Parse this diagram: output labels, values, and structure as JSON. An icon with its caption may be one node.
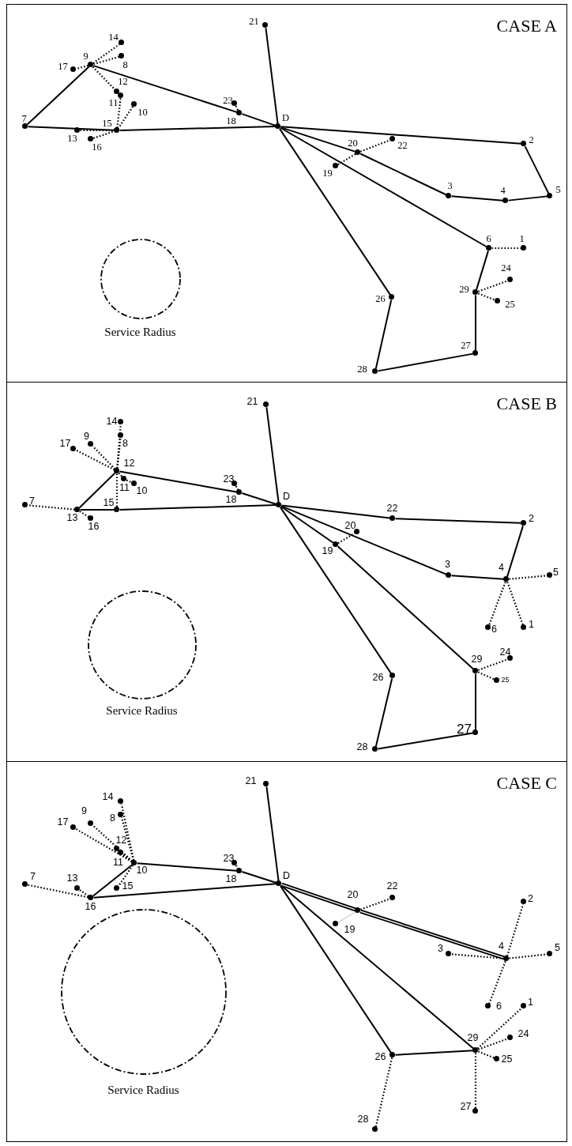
{
  "diagram": {
    "nodes": [
      {
        "text": [
          "CASE A"
        ]
      },
      {
        "text": [
          "Service Radius"
        ],
        "in": 0
      },
      {
        "text": [
          "D"
        ],
        "in": 0
      },
      {
        "text": [
          "1"
        ],
        "in": 0
      },
      {
        "text": [
          "2"
        ],
        "in": 0
      },
      {
        "text": [
          "3"
        ],
        "in": 0
      },
      {
        "text": [
          "4"
        ],
        "in": 0
      },
      {
        "text": [
          "5"
        ],
        "in": 0
      },
      {
        "text": [
          "6"
        ],
        "in": 0
      },
      {
        "text": [
          "7"
        ],
        "in": 0
      },
      {
        "text": [
          "8"
        ],
        "in": 0
      },
      {
        "text": [
          "9"
        ],
        "in": 0
      },
      {
        "text": [
          "10"
        ],
        "in": 0
      },
      {
        "text": [
          "11"
        ],
        "in": 0
      },
      {
        "text": [
          "12"
        ],
        "in": 0
      },
      {
        "text": [
          "13"
        ],
        "in": 0
      },
      {
        "text": [
          "14"
        ],
        "in": 0
      },
      {
        "text": [
          "15"
        ],
        "in": 0
      },
      {
        "text": [
          "16"
        ],
        "in": 0
      },
      {
        "text": [
          "17"
        ],
        "in": 0
      },
      {
        "text": [
          "18"
        ],
        "in": 0
      },
      {
        "text": [
          "19"
        ],
        "in": 0
      },
      {
        "text": [
          "20"
        ],
        "in": 0
      },
      {
        "text": [
          "21"
        ],
        "in": 0
      },
      {
        "text": [
          "22"
        ],
        "in": 0
      },
      {
        "text": [
          "23"
        ],
        "in": 0
      },
      {
        "text": [
          "24"
        ],
        "in": 0
      },
      {
        "text": [
          "25"
        ],
        "in": 0
      },
      {
        "text": [
          "26"
        ],
        "in": 0
      },
      {
        "text": [
          "27"
        ],
        "in": 0
      },
      {
        "text": [
          "28"
        ],
        "in": 0
      },
      {
        "text": [
          "29"
        ],
        "in": 0
      },
      {
        "text": [
          "CASE B"
        ]
      },
      {
        "text": [
          "Service Radius"
        ],
        "in": 32
      },
      {
        "text": [
          "D"
        ],
        "in": 32
      },
      {
        "text": [
          "1"
        ],
        "in": 32
      },
      {
        "text": [
          "2"
        ],
        "in": 32
      },
      {
        "text": [
          "3"
        ],
        "in": 32
      },
      {
        "text": [
          "4"
        ],
        "in": 32
      },
      {
        "text": [
          "5"
        ],
        "in": 32
      },
      {
        "text": [
          "6"
        ],
        "in": 32
      },
      {
        "text": [
          "7"
        ],
        "in": 32
      },
      {
        "text": [
          "8"
        ],
        "in": 32
      },
      {
        "text": [
          "9"
        ],
        "in": 32
      },
      {
        "text": [
          "10"
        ],
        "in": 32
      },
      {
        "text": [
          "11"
        ],
        "in": 32
      },
      {
        "text": [
          "12"
        ],
        "in": 32
      },
      {
        "text": [
          "13"
        ],
        "in": 32
      },
      {
        "text": [
          "14"
        ],
        "in": 32
      },
      {
        "text": [
          "15"
        ],
        "in": 32
      },
      {
        "text": [
          "16"
        ],
        "in": 32
      },
      {
        "text": [
          "17"
        ],
        "in": 32
      },
      {
        "text": [
          "18"
        ],
        "in": 32
      },
      {
        "text": [
          "19"
        ],
        "in": 32
      },
      {
        "text": [
          "20"
        ],
        "in": 32
      },
      {
        "text": [
          "21"
        ],
        "in": 32
      },
      {
        "text": [
          "22"
        ],
        "in": 32
      },
      {
        "text": [
          "23"
        ],
        "in": 32
      },
      {
        "text": [
          "24"
        ],
        "in": 32
      },
      {
        "text": [
          "25"
        ],
        "in": 32
      },
      {
        "text": [
          "26"
        ],
        "in": 32
      },
      {
        "text": [
          "27"
        ],
        "in": 32
      },
      {
        "text": [
          "28"
        ],
        "in": 32
      },
      {
        "text": [
          "29"
        ],
        "in": 32
      },
      {
        "text": [
          "CASE C"
        ]
      },
      {
        "text": [
          "Service Radius"
        ],
        "in": 64
      },
      {
        "text": [
          "D"
        ],
        "in": 64
      },
      {
        "text": [
          "1"
        ],
        "in": 64
      },
      {
        "text": [
          "2"
        ],
        "in": 64
      },
      {
        "text": [
          "3"
        ],
        "in": 64
      },
      {
        "text": [
          "4"
        ],
        "in": 64
      },
      {
        "text": [
          "5"
        ],
        "in": 64
      },
      {
        "text": [
          "6"
        ],
        "in": 64
      },
      {
        "text": [
          "7"
        ],
        "in": 64
      },
      {
        "text": [
          "8"
        ],
        "in": 64
      },
      {
        "text": [
          "9"
        ],
        "in": 64
      },
      {
        "text": [
          "10"
        ],
        "in": 64
      },
      {
        "text": [
          "11"
        ],
        "in": 64
      },
      {
        "text": [
          "12"
        ],
        "in": 64
      },
      {
        "text": [
          "13"
        ],
        "in": 64
      },
      {
        "text": [
          "14"
        ],
        "in": 64
      },
      {
        "text": [
          "15"
        ],
        "in": 64
      },
      {
        "text": [
          "16"
        ],
        "in": 64
      },
      {
        "text": [
          "17"
        ],
        "in": 64
      },
      {
        "text": [
          "18"
        ],
        "in": 64
      },
      {
        "text": [
          "19"
        ],
        "in": 64
      },
      {
        "text": [
          "20"
        ],
        "in": 64
      },
      {
        "text": [
          "21"
        ],
        "in": 64
      },
      {
        "text": [
          "22"
        ],
        "in": 64
      },
      {
        "text": [
          "23"
        ],
        "in": 64
      },
      {
        "text": [
          "24"
        ],
        "in": 64
      },
      {
        "text": [
          "25"
        ],
        "in": 64
      },
      {
        "text": [
          "26"
        ],
        "in": 64
      },
      {
        "text": [
          "27"
        ],
        "in": 64
      },
      {
        "text": [
          "28"
        ],
        "in": 64
      },
      {
        "text": [
          "29"
        ],
        "in": 64
      }
    ],
    "edges": [
      {
        "from": 2,
        "to": 23,
        "arrow": "none"
      },
      {
        "from": 2,
        "to": 20,
        "arrow": "none"
      },
      {
        "from": 20,
        "to": 11,
        "arrow": "none"
      },
      {
        "from": 11,
        "to": 9,
        "arrow": "none"
      },
      {
        "from": 9,
        "to": 17,
        "arrow": "none"
      },
      {
        "from": 17,
        "to": 2,
        "arrow": "none"
      },
      {
        "from": 2,
        "to": 4,
        "arrow": "none"
      },
      {
        "from": 4,
        "to": 7,
        "arrow": "none"
      },
      {
        "from": 7,
        "to": 6,
        "arrow": "none"
      },
      {
        "from": 6,
        "to": 5,
        "arrow": "none"
      },
      {
        "from": 5,
        "to": 22,
        "arrow": "none"
      },
      {
        "from": 22,
        "to": 2,
        "arrow": "none"
      },
      {
        "from": 2,
        "to": 8,
        "arrow": "none"
      },
      {
        "from": 8,
        "to": 31,
        "arrow": "none"
      },
      {
        "from": 31,
        "to": 29,
        "arrow": "none"
      },
      {
        "from": 29,
        "to": 30,
        "arrow": "none"
      },
      {
        "from": 30,
        "to": 28,
        "arrow": "none"
      },
      {
        "from": 28,
        "to": 2,
        "arrow": "none"
      },
      {
        "from": 11,
        "to": 16,
        "arrow": "none",
        "style": "dashed"
      },
      {
        "from": 11,
        "to": 10,
        "arrow": "none",
        "style": "dashed"
      },
      {
        "from": 11,
        "to": 19,
        "arrow": "none",
        "style": "dashed"
      },
      {
        "from": 11,
        "to": 14,
        "arrow": "none",
        "style": "dashed"
      },
      {
        "from": 25,
        "to": 20,
        "arrow": "none",
        "style": "dashed"
      },
      {
        "from": 13,
        "to": 17,
        "arrow": "none",
        "style": "dashed"
      },
      {
        "from": 12,
        "to": 17,
        "arrow": "none",
        "style": "dashed"
      },
      {
        "from": 15,
        "to": 17,
        "arrow": "none",
        "style": "dashed"
      },
      {
        "from": 18,
        "to": 17,
        "arrow": "none",
        "style": "dashed"
      },
      {
        "from": 21,
        "to": 22,
        "arrow": "none",
        "style": "dashed"
      },
      {
        "from": 22,
        "to": 24,
        "arrow": "none",
        "style": "dashed"
      },
      {
        "from": 8,
        "to": 3,
        "arrow": "none",
        "style": "dashed"
      },
      {
        "from": 31,
        "to": 26,
        "arrow": "none",
        "style": "dashed"
      },
      {
        "from": 31,
        "to": 27,
        "arrow": "none",
        "style": "dashed"
      },
      {
        "from": 34,
        "to": 55,
        "arrow": "none"
      },
      {
        "from": 34,
        "to": 52,
        "arrow": "none"
      },
      {
        "from": 52,
        "to": 46,
        "arrow": "none"
      },
      {
        "from": 46,
        "to": 47,
        "arrow": "none"
      },
      {
        "from": 47,
        "to": 49,
        "arrow": "none"
      },
      {
        "from": 49,
        "to": 34,
        "arrow": "none"
      },
      {
        "from": 34,
        "to": 56,
        "arrow": "none"
      },
      {
        "from": 56,
        "to": 36,
        "arrow": "none"
      },
      {
        "from": 36,
        "to": 38,
        "arrow": "none"
      },
      {
        "from": 38,
        "to": 37,
        "arrow": "none"
      },
      {
        "from": 37,
        "to": 34,
        "arrow": "none"
      },
      {
        "from": 34,
        "to": 53,
        "arrow": "none"
      },
      {
        "from": 53,
        "to": 63,
        "arrow": "none"
      },
      {
        "from": 63,
        "to": 61,
        "arrow": "none"
      },
      {
        "from": 61,
        "to": 62,
        "arrow": "none"
      },
      {
        "from": 62,
        "to": 60,
        "arrow": "none"
      },
      {
        "from": 60,
        "to": 34,
        "arrow": "none"
      },
      {
        "from": 46,
        "to": 48,
        "arrow": "none",
        "style": "dashed"
      },
      {
        "from": 46,
        "to": 42,
        "arrow": "none",
        "style": "dashed"
      },
      {
        "from": 46,
        "to": 43,
        "arrow": "none",
        "style": "dashed"
      },
      {
        "from": 46,
        "to": 51,
        "arrow": "none",
        "style": "dashed"
      },
      {
        "from": 46,
        "to": 45,
        "arrow": "none",
        "style": "dashed"
      },
      {
        "from": 45,
        "to": 44,
        "arrow": "none",
        "style": "dashed"
      },
      {
        "from": 46,
        "to": 49,
        "arrow": "none",
        "style": "dashed"
      },
      {
        "from": 47,
        "to": 41,
        "arrow": "none",
        "style": "dashed"
      },
      {
        "from": 47,
        "to": 50,
        "arrow": "none",
        "style": "dashed"
      },
      {
        "from": 57,
        "to": 52,
        "arrow": "none",
        "style": "dashed"
      },
      {
        "from": 53,
        "to": 54,
        "arrow": "none",
        "style": "dashed"
      },
      {
        "from": 38,
        "to": 39,
        "arrow": "none",
        "style": "dashed"
      },
      {
        "from": 38,
        "to": 40,
        "arrow": "none",
        "style": "dashed"
      },
      {
        "from": 38,
        "to": 35,
        "arrow": "none",
        "style": "dashed"
      },
      {
        "from": 63,
        "to": 58,
        "arrow": "none",
        "style": "dashed"
      },
      {
        "from": 63,
        "to": 59,
        "arrow": "none",
        "style": "dashed"
      },
      {
        "from": 66,
        "to": 87,
        "arrow": "none"
      },
      {
        "from": 66,
        "to": 84,
        "arrow": "none"
      },
      {
        "from": 84,
        "to": 76,
        "arrow": "none"
      },
      {
        "from": 76,
        "to": 82,
        "arrow": "none"
      },
      {
        "from": 82,
        "to": 66,
        "arrow": "none"
      },
      {
        "from": 66,
        "to": 95,
        "arrow": "none"
      },
      {
        "from": 95,
        "to": 92,
        "arrow": "none"
      },
      {
        "from": 92,
        "to": 66,
        "arrow": "none"
      },
      {
        "from": 66,
        "to": 86,
        "arrow": "none",
        "style": "thick"
      },
      {
        "from": 86,
        "to": 70,
        "arrow": "none",
        "style": "thick"
      },
      {
        "from": 86,
        "to": 85,
        "arrow": "none",
        "color": "#bbbbbb"
      },
      {
        "from": 76,
        "to": 80,
        "arrow": "none",
        "style": "dashed"
      },
      {
        "from": 76,
        "to": 74,
        "arrow": "none",
        "style": "dashed"
      },
      {
        "from": 76,
        "to": 75,
        "arrow": "none",
        "style": "dashed"
      },
      {
        "from": 76,
        "to": 83,
        "arrow": "none",
        "style": "dashed"
      },
      {
        "from": 76,
        "to": 78,
        "arrow": "none",
        "style": "dashed"
      },
      {
        "from": 76,
        "to": 77,
        "arrow": "none",
        "style": "dashed"
      },
      {
        "from": 76,
        "to": 81,
        "arrow": "none",
        "style": "dashed"
      },
      {
        "from": 82,
        "to": 73,
        "arrow": "none",
        "style": "dashed"
      },
      {
        "from": 82,
        "to": 79,
        "arrow": "none",
        "style": "dashed"
      },
      {
        "from": 89,
        "to": 84,
        "arrow": "none",
        "style": "dashed"
      },
      {
        "from": 86,
        "to": 88,
        "arrow": "none",
        "style": "dashed"
      },
      {
        "from": 70,
        "to": 69,
        "arrow": "none",
        "style": "dashed"
      },
      {
        "from": 70,
        "to": 68,
        "arrow": "none",
        "style": "dashed"
      },
      {
        "from": 70,
        "to": 71,
        "arrow": "none",
        "style": "dashed"
      },
      {
        "from": 70,
        "to": 72,
        "arrow": "none",
        "style": "dashed"
      },
      {
        "from": 95,
        "to": 67,
        "arrow": "none",
        "style": "dashed"
      },
      {
        "from": 95,
        "to": 90,
        "arrow": "none",
        "style": "dashed"
      },
      {
        "from": 95,
        "to": 91,
        "arrow": "none",
        "style": "dashed"
      },
      {
        "from": 95,
        "to": 93,
        "arrow": "none",
        "style": "dashed"
      },
      {
        "from": 92,
        "to": 94,
        "arrow": "none",
        "style": "dashed"
      }
    ]
  }
}
